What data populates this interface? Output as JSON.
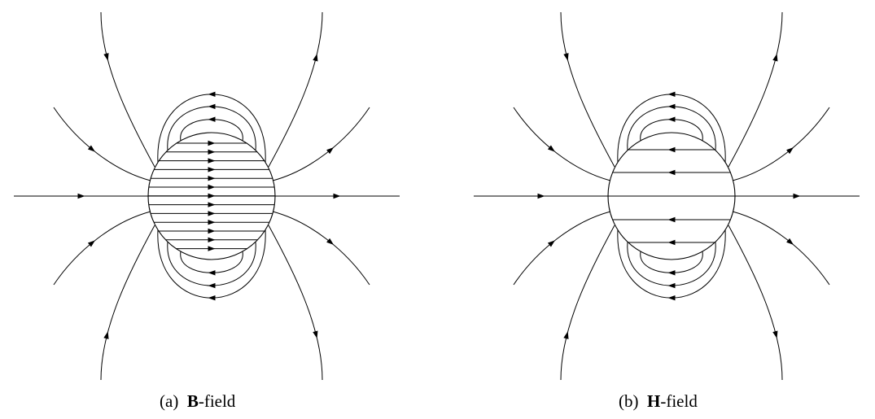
{
  "figure": {
    "panels": [
      {
        "id": "a",
        "caption_prefix": "(a)",
        "caption_bold": "B",
        "caption_suffix": "-field",
        "interior_direction": "right"
      },
      {
        "id": "b",
        "caption_prefix": "(b)",
        "caption_bold": "H",
        "caption_suffix": "-field",
        "interior_direction": "left"
      }
    ]
  }
}
